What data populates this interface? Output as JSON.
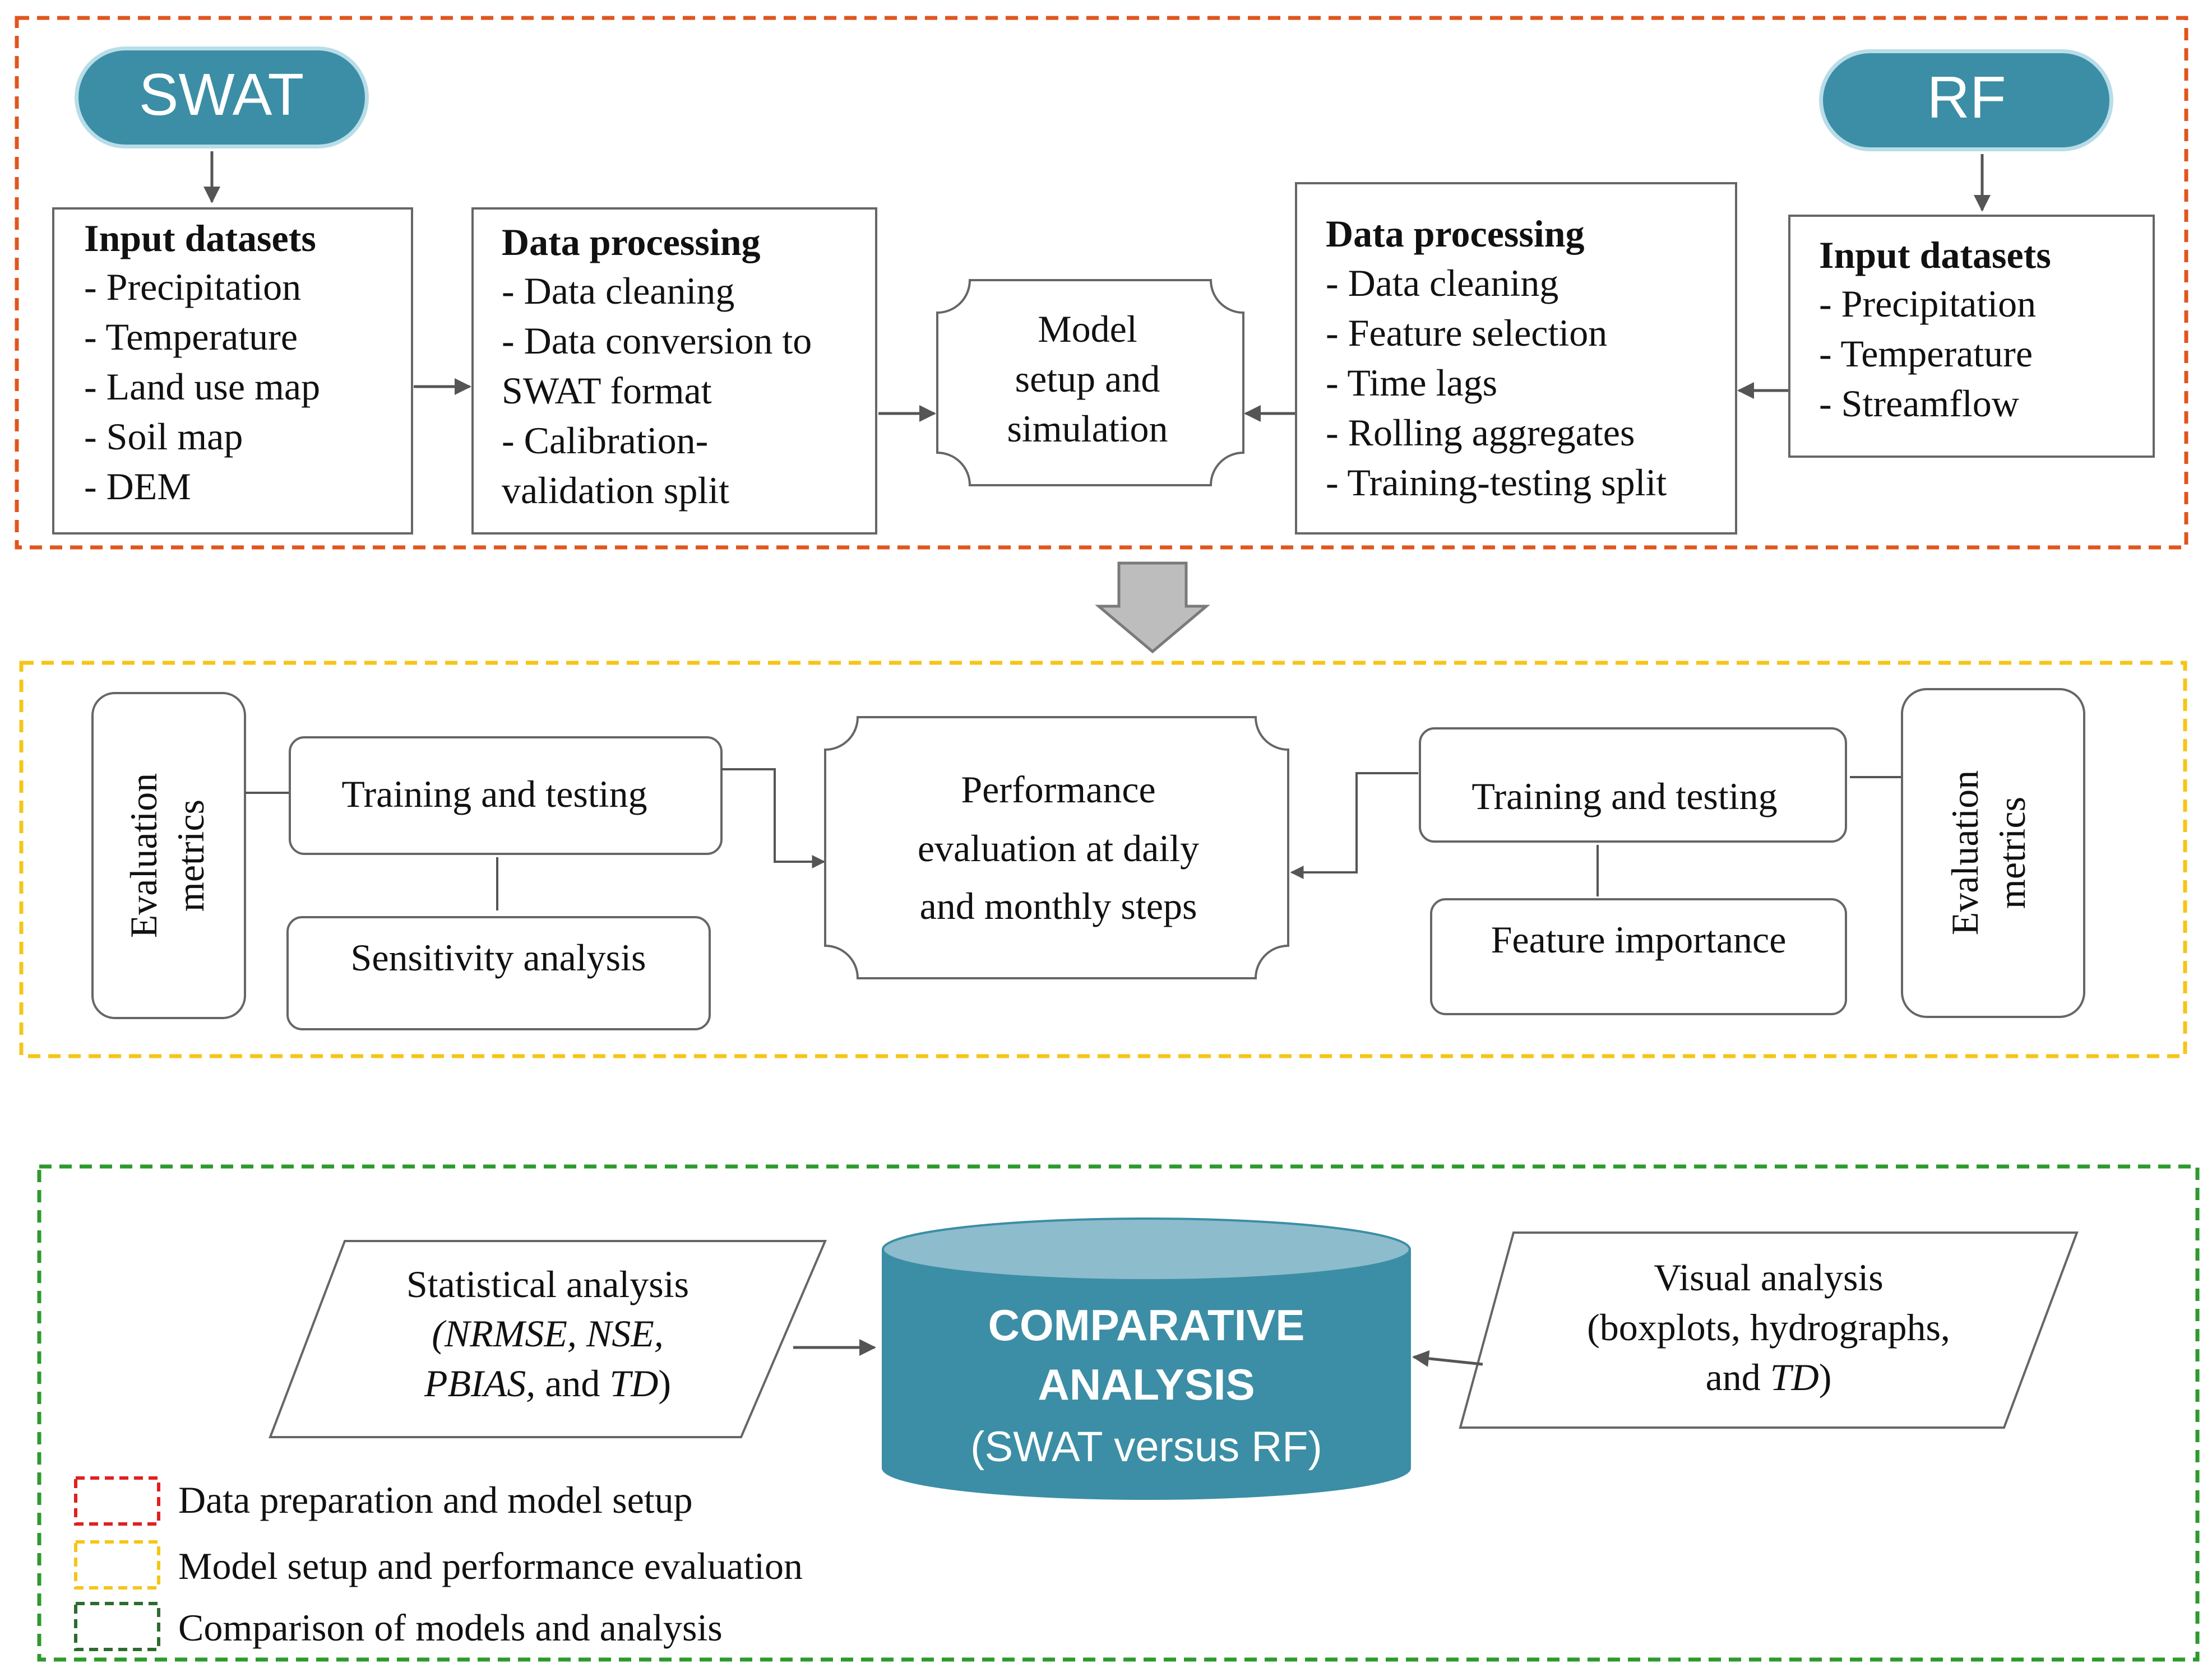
{
  "pills": {
    "swat": "SWAT",
    "rf": "RF"
  },
  "swat_inputs": {
    "title": "Input datasets",
    "items": [
      "- Precipitation",
      "- Temperature",
      "- Land use map",
      "- Soil map",
      "- DEM"
    ]
  },
  "swat_processing": {
    "title": "Data processing",
    "lines": [
      "- Data cleaning",
      "- Data conversion to",
      "SWAT format",
      "- Calibration-",
      "validation split"
    ]
  },
  "model_setup": {
    "lines": [
      "Model",
      "setup and",
      "simulation"
    ]
  },
  "rf_processing": {
    "title": "Data processing",
    "items": [
      "- Data cleaning",
      "- Feature selection",
      "- Time lags",
      "- Rolling aggregates",
      "- Training-testing split"
    ]
  },
  "rf_inputs": {
    "title": "Input datasets",
    "items": [
      "- Precipitation",
      "- Temperature",
      "- Streamflow"
    ]
  },
  "evaluation": {
    "left_metrics": [
      "Evaluation",
      "metrics"
    ],
    "left_training": "Training and testing",
    "sensitivity": "Sensitivity analysis",
    "performance": [
      "Performance",
      "evaluation at daily",
      "and monthly steps"
    ],
    "right_training": "Training and testing",
    "feature_importance": "Feature importance",
    "right_metrics": [
      "Evaluation",
      "metrics"
    ]
  },
  "comparison": {
    "statistical": {
      "title": "Statistical analysis",
      "line2": "(NRMSE, NSE,",
      "line3_a": "PBIAS,",
      "line3_b": " and ",
      "line3_c": "TD",
      "line3_d": ")"
    },
    "cylinder": [
      "COMPARATIVE",
      "ANALYSIS",
      "(SWAT versus RF)"
    ],
    "visual": {
      "title": "Visual analysis",
      "line2": "(boxplots, hydrographs,",
      "line3_a": "and ",
      "line3_b": "TD",
      "line3_c": ")"
    }
  },
  "legend": [
    {
      "label": "Data preparation and model setup",
      "color": "#e02020"
    },
    {
      "label": "Model setup and performance evaluation",
      "color": "#f5c518"
    },
    {
      "label": "Comparison of models and analysis",
      "color": "#2e6b30"
    }
  ],
  "colors": {
    "orange_border": "#e0561e",
    "yellow_border": "#f5c518",
    "green_border": "#2d9a2d",
    "teal": "#3b8ea5",
    "cylinder_top": "#8dbccc",
    "arrow_gray": "#bdbdbd"
  }
}
